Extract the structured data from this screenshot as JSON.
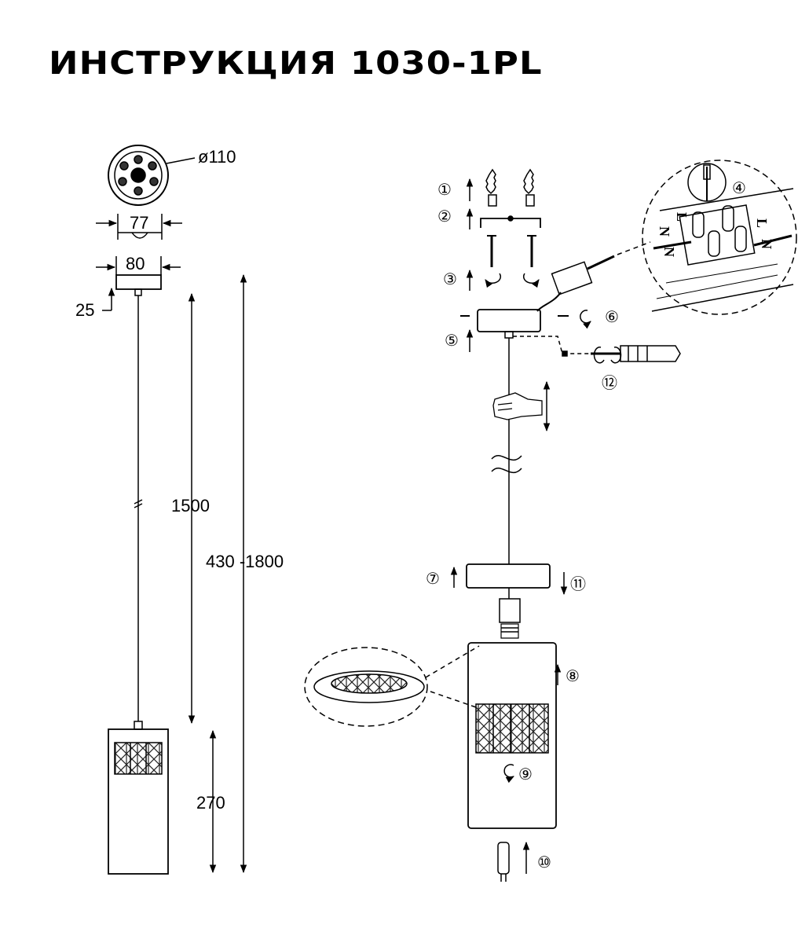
{
  "title": "ИНСТРУКЦИЯ 1030-1PL",
  "dimensions": {
    "diameter": "ø110",
    "width_top": "77",
    "width_canopy": "80",
    "canopy_height": "25",
    "cord_length": "1500",
    "total_height": "430 -1800",
    "shade_height": "270"
  },
  "steps": [
    "①",
    "②",
    "③",
    "④",
    "⑤",
    "⑥",
    "⑦",
    "⑧",
    "⑨",
    "⑩",
    "⑪",
    "⑫"
  ],
  "terminal_labels": {
    "neutral": "N",
    "live": "L"
  }
}
